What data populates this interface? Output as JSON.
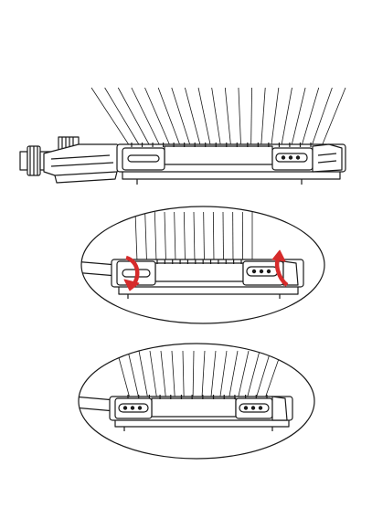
{
  "figure": {
    "panels": [
      {
        "id": "full-view",
        "description_visible_text": ""
      },
      {
        "id": "detail-rotate",
        "arrow_color": "#d62b2b"
      },
      {
        "id": "detail-result"
      }
    ]
  },
  "colors": {
    "ink": "#1a1a1a",
    "fill": "#ffffff",
    "shade": "#e6e6e6",
    "arrow": "#d62b2b"
  }
}
